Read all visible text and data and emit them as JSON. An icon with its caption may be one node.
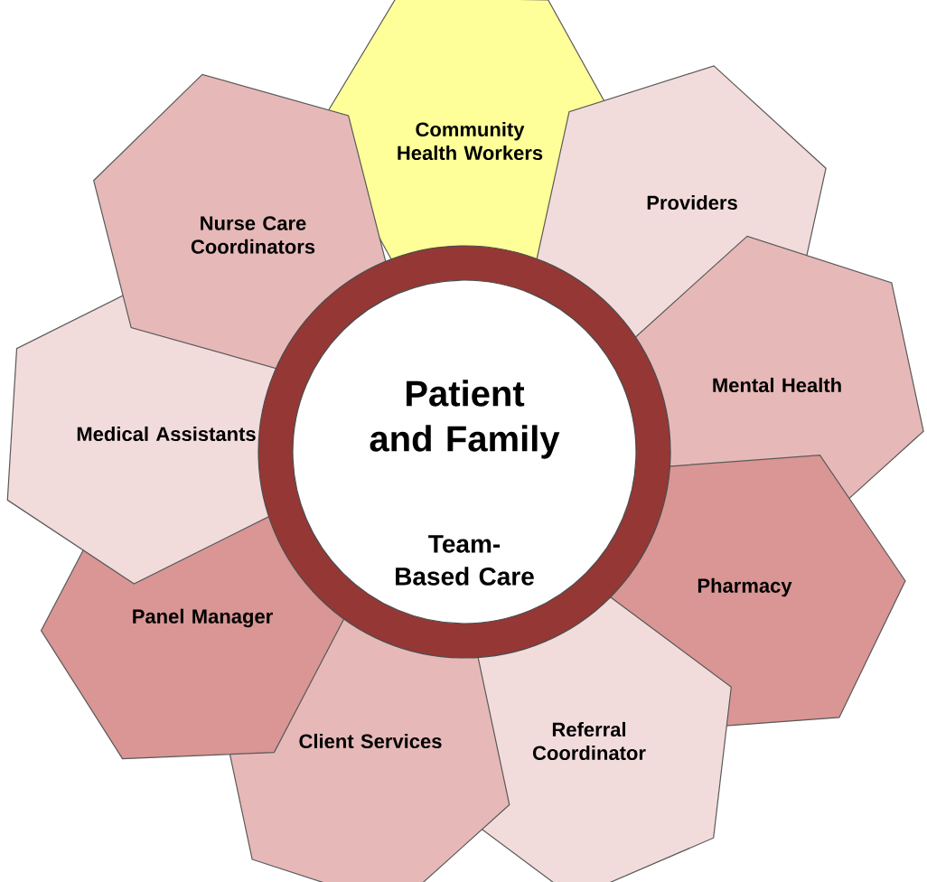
{
  "diagram": {
    "nodes": [
      {
        "text": [
          "Patient and Family",
          "Team-Based Care"
        ]
      },
      {
        "text": [
          "Community Health Workers"
        ]
      },
      {
        "text": [
          "Providers"
        ]
      },
      {
        "text": [
          "Mental Health"
        ]
      },
      {
        "text": [
          "Pharmacy"
        ]
      },
      {
        "text": [
          "Referral Coordinator"
        ]
      },
      {
        "text": [
          "Client Services"
        ]
      },
      {
        "text": [
          "Panel Manager"
        ]
      },
      {
        "text": [
          "Medical Assistants"
        ]
      },
      {
        "text": [
          "Nurse Care Coordinators"
        ]
      }
    ]
  }
}
